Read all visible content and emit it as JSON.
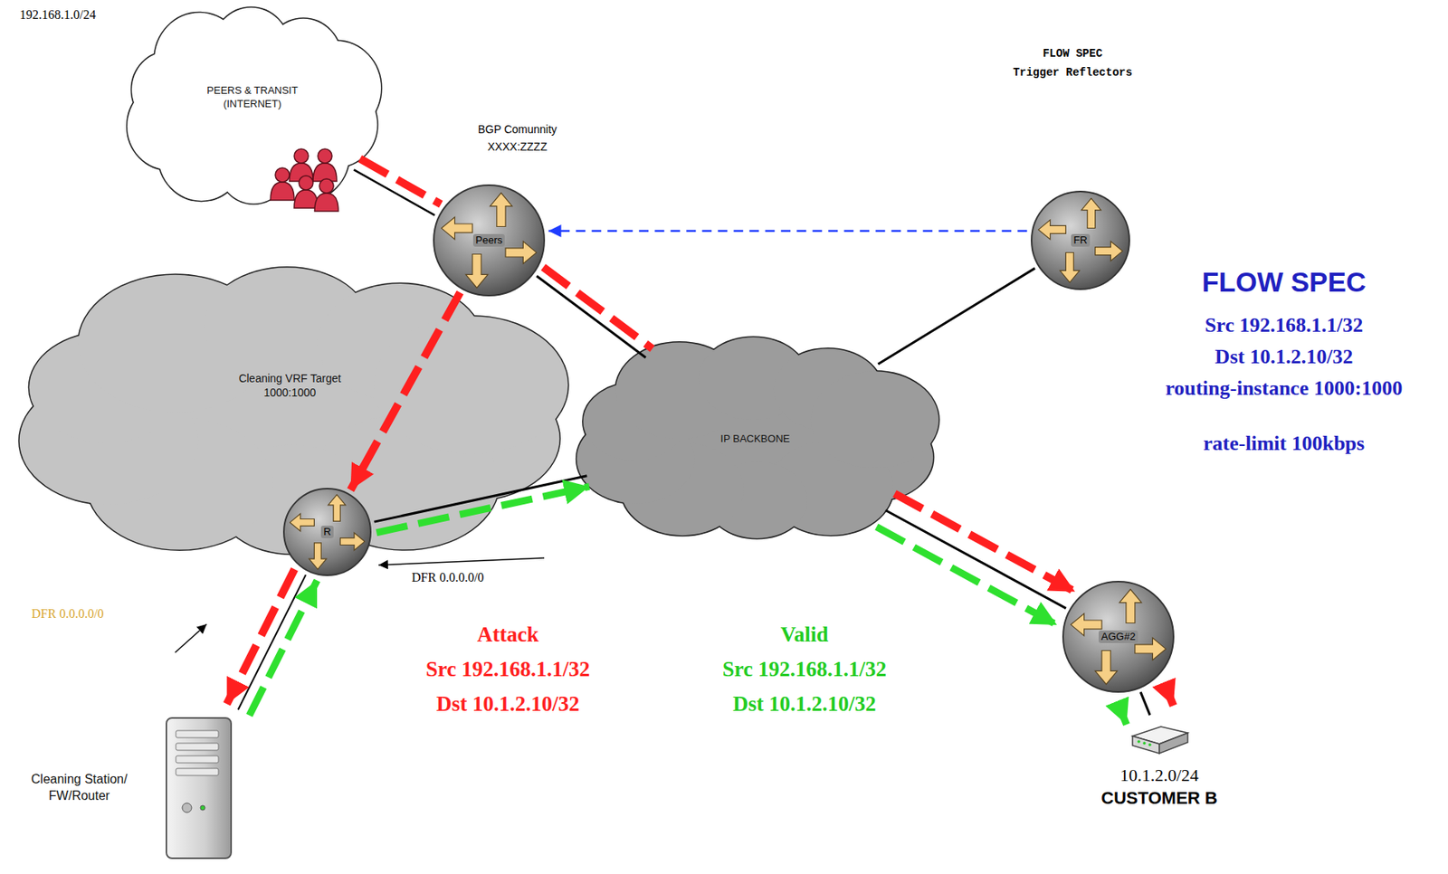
{
  "diagram": {
    "nodes": [
      {
        "text": [
          "PEERS & TRANSIT (INTERNET)"
        ]
      },
      {
        "text": [
          "Peers"
        ]
      },
      {
        "text": [
          "FR"
        ]
      },
      {
        "text": [
          "Cleaning VRF Target 1000:1000"
        ]
      },
      {
        "text": [
          "IP BACKBONE"
        ]
      },
      {
        "text": [
          "R"
        ]
      },
      {
        "text": [
          "AGG#2"
        ]
      },
      {
        "text": [
          "Cleaning Station/ FW/Router"
        ]
      },
      {
        "text": [
          "10.1.2.0/24",
          "CUSTOMER B"
        ]
      }
    ],
    "edges": [
      {
        "from": 0,
        "to": 1,
        "arrow": "none"
      },
      {
        "from": 1,
        "to": 4,
        "arrow": "none"
      },
      {
        "from": 2,
        "to": 4,
        "arrow": "none"
      },
      {
        "from": 2,
        "to": 1,
        "arrow": "to"
      },
      {
        "from": 5,
        "to": 4,
        "arrow": "none"
      },
      {
        "from": 4,
        "to": 6,
        "arrow": "none"
      },
      {
        "from": 6,
        "to": 8,
        "arrow": "none"
      },
      {
        "from": 5,
        "to": 7,
        "arrow": "none"
      },
      {
        "from": 0,
        "to": 1,
        "arrow": "none"
      },
      {
        "from": 1,
        "to": 5,
        "arrow": "to"
      },
      {
        "from": 5,
        "to": 7,
        "arrow": "to"
      },
      {
        "from": 1,
        "to": 4,
        "arrow": "none"
      },
      {
        "from": 4,
        "to": 6,
        "arrow": "to"
      },
      {
        "from": 6,
        "to": 8,
        "arrow": "to"
      },
      {
        "from": 7,
        "to": 5,
        "arrow": "to"
      },
      {
        "from": 5,
        "to": 4,
        "arrow": "to"
      },
      {
        "from": 4,
        "to": 6,
        "arrow": "to"
      },
      {
        "from": 6,
        "to": 8,
        "arrow": "to"
      }
    ],
    "labels": [
      "192.168.1.0/24",
      "BGP Comunnity",
      "XXXX:ZZZZ",
      "FLOW SPEC",
      "Trigger Reflectors",
      "FLOW SPEC",
      "Src 192.168.1.1/32",
      "Dst 10.1.2.10/32",
      "routing-instance 1000:1000",
      "rate-limit 100kbps",
      "DFR 0.0.0.0/0",
      "DFR 0.0.0.0/0",
      "Attack",
      "Src 192.168.1.1/32",
      "Dst 10.1.2.10/32",
      "Valid",
      "Src 192.168.1.1/32",
      "Dst 10.1.2.10/32"
    ]
  }
}
